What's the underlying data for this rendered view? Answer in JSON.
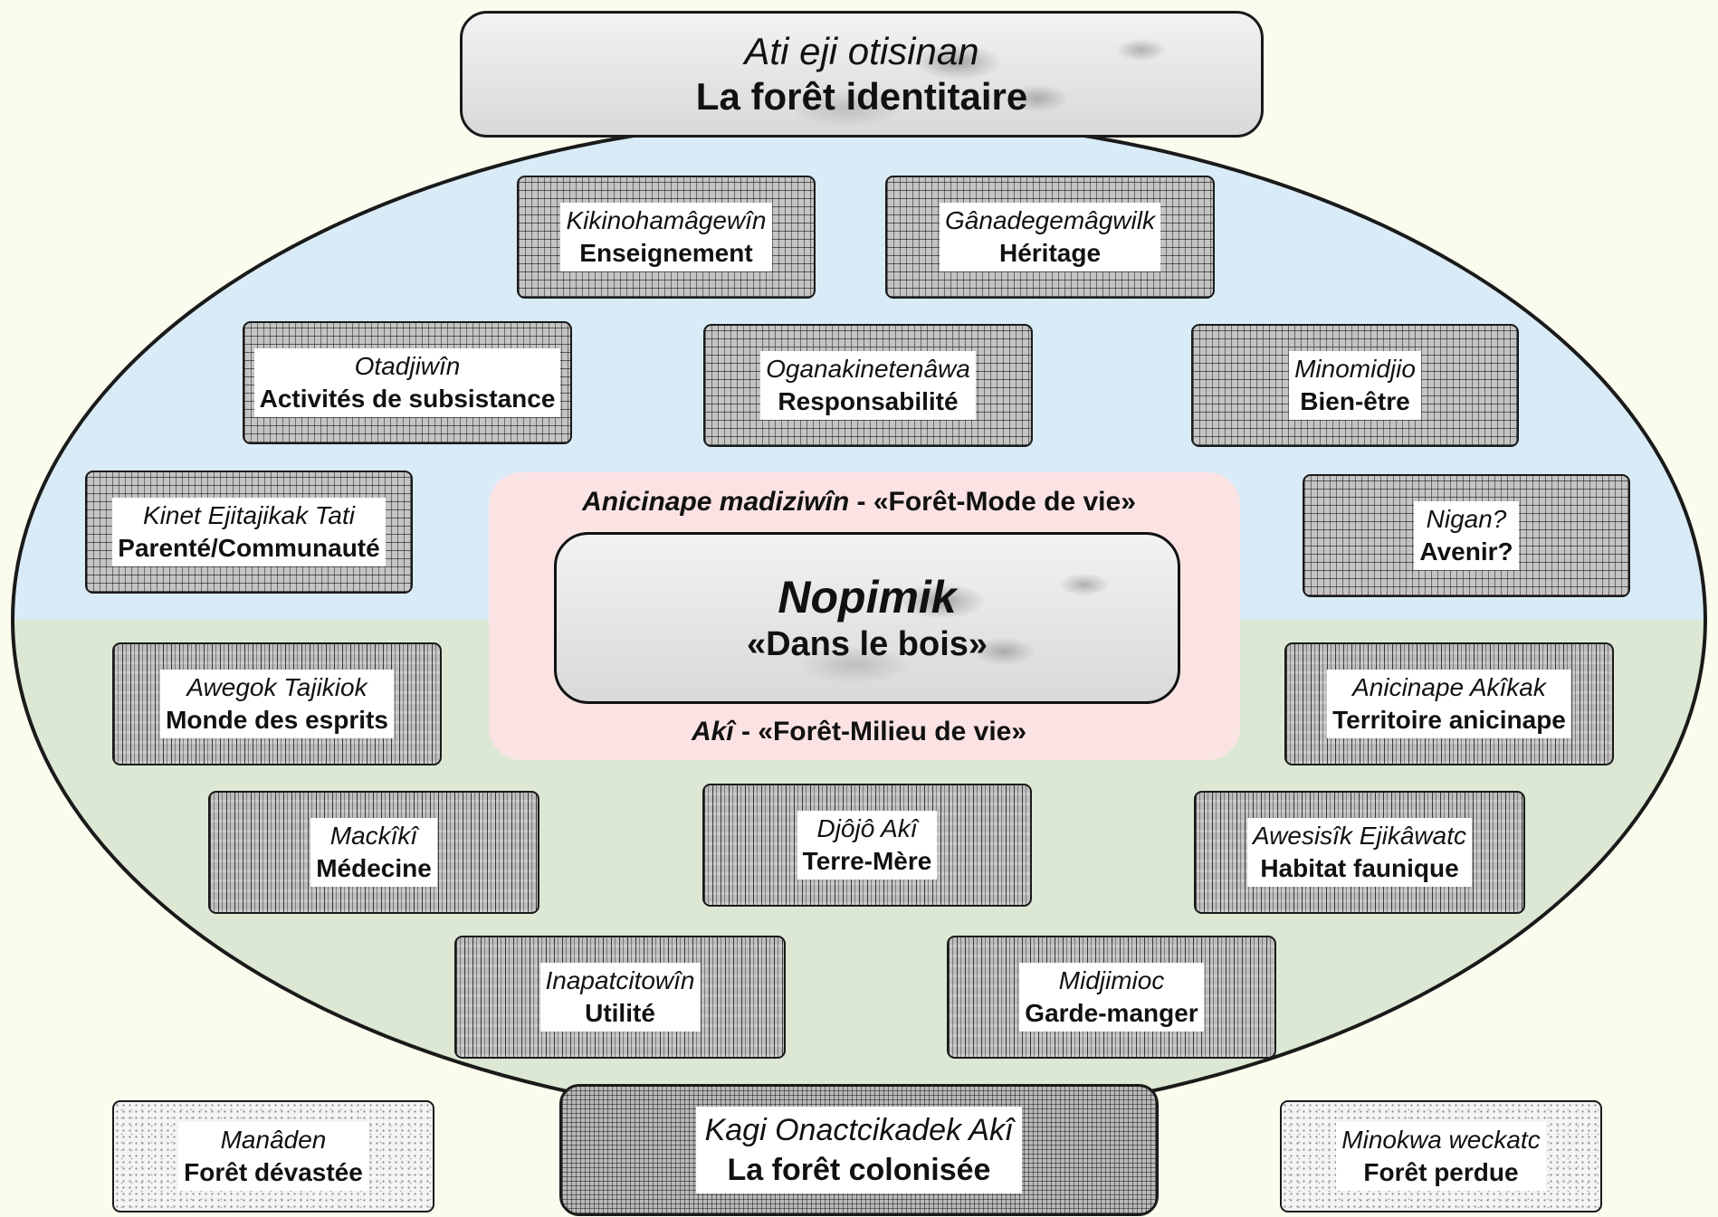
{
  "colors": {
    "background": "#fbfbee",
    "ellipse_top": "#d9ebf7",
    "ellipse_bottom": "#dce8d3",
    "center_panel": "#fbe3e4",
    "outline": "#1a1a1a"
  },
  "title": {
    "native": "Ati eji otisinan",
    "french": "La forêt identitaire"
  },
  "upper_concepts": [
    {
      "native": "Kikinohamâgewîn",
      "french": "Enseignement"
    },
    {
      "native": "Gânadegemâgwilk",
      "french": "Héritage"
    },
    {
      "native": "Otadjiwîn",
      "french": "Activités de subsistance"
    },
    {
      "native": "Oganakinetenâwa",
      "french": "Responsabilité"
    },
    {
      "native": "Minomidjio",
      "french": "Bien-être"
    },
    {
      "native": "Kinet Ejitajikak Tati",
      "french": "Parenté/Communauté"
    },
    {
      "native": "Nigan?",
      "french": "Avenir?"
    }
  ],
  "center": {
    "top_caption_native": "Anicinape madiziwîn",
    "top_caption_french": " - «Forêt-Mode de vie»",
    "native": "Nopimik",
    "french": "«Dans le bois»",
    "bottom_caption_native": "Akî",
    "bottom_caption_french": " - «Forêt-Milieu de vie»"
  },
  "lower_concepts": [
    {
      "native": "Awegok Tajikiok",
      "french": "Monde des esprits"
    },
    {
      "native": "Anicinape Akîkak",
      "french": "Territoire anicinape"
    },
    {
      "native": "Mackîkî",
      "french": "Médecine"
    },
    {
      "native": "Djôjô Akî",
      "french": "Terre-Mère"
    },
    {
      "native": "Awesisîk Ejikâwatc",
      "french": "Habitat faunique"
    },
    {
      "native": "Inapatcitowîn",
      "french": "Utilité"
    },
    {
      "native": "Midjimioc",
      "french": "Garde-manger"
    }
  ],
  "outside_concepts": [
    {
      "native": "Manâden",
      "french": "Forêt dévastée"
    },
    {
      "native": "Kagi Onactcikadek Akî",
      "french": "La forêt colonisée"
    },
    {
      "native": "Minokwa weckatc",
      "french": "Forêt perdue"
    }
  ]
}
